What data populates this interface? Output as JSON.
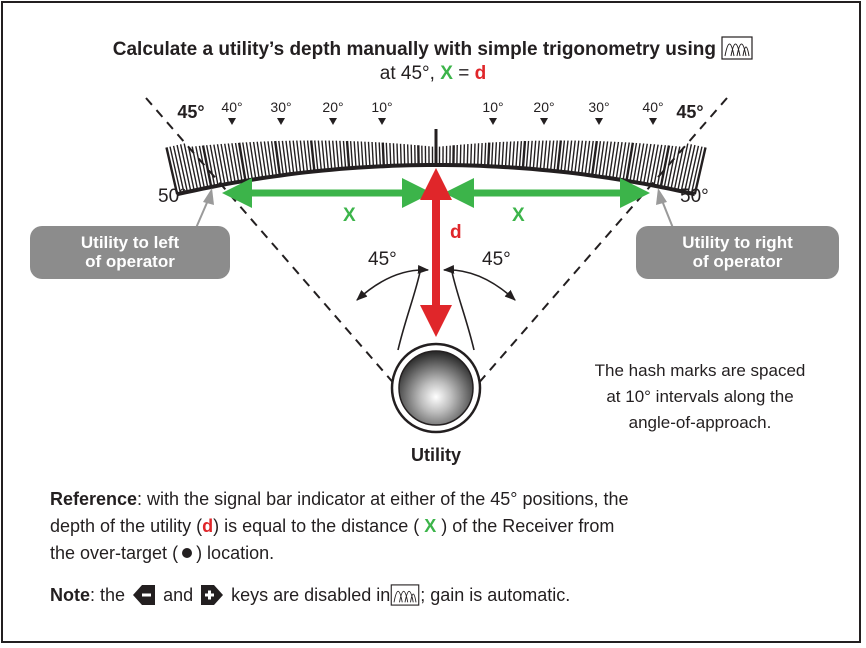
{
  "title": {
    "line1": "Calculate a utility’s depth manually with simple trigonometry using",
    "line2_prefix": "at 45°,",
    "line2_x": "X",
    "line2_eq": "=",
    "line2_d": "d",
    "mode_icon": "depth-mode-icon"
  },
  "gauge": {
    "ticks_left": [
      "45°",
      "40°",
      "30°",
      "20°",
      "10°"
    ],
    "ticks_right": [
      "10°",
      "20°",
      "30°",
      "40°",
      "45°"
    ],
    "edge_left": "50°",
    "edge_right": "50°"
  },
  "labels": {
    "x_left": "X",
    "x_right": "X",
    "depth": "d",
    "angle_left": "45°",
    "angle_right": "45°",
    "utility": "Utility"
  },
  "callouts": {
    "left_line1": "Utility to left",
    "left_line2": "of operator",
    "right_line1": "Utility to right",
    "right_line2": "of operator"
  },
  "hash_note": {
    "line1": "The hash marks are spaced",
    "line2": "at 10° intervals along the",
    "line3": "angle-of-approach."
  },
  "reference": {
    "bold": "Reference",
    "line1_rest": ": with the signal bar indicator at either of the 45° positions, the",
    "line2_a": "depth of the utility (",
    "line2_d": "d",
    "line2_b": ") is equal to the distance (",
    "line2_x": "X",
    "line2_c": ") of the Receiver from",
    "line3_a": "the over-target (",
    "line3_b": ") location."
  },
  "note": {
    "bold": "Note",
    "a": ": the",
    "b": "and",
    "c": "keys are disabled in",
    "d": "; gain is automatic.",
    "minus_key_icon": "minus-key-icon",
    "plus_key_icon": "plus-key-icon"
  },
  "colors": {
    "green": "#3cb44a",
    "red": "#e0262a",
    "callout_gray": "#8c8c8c",
    "ink": "#231f20"
  }
}
